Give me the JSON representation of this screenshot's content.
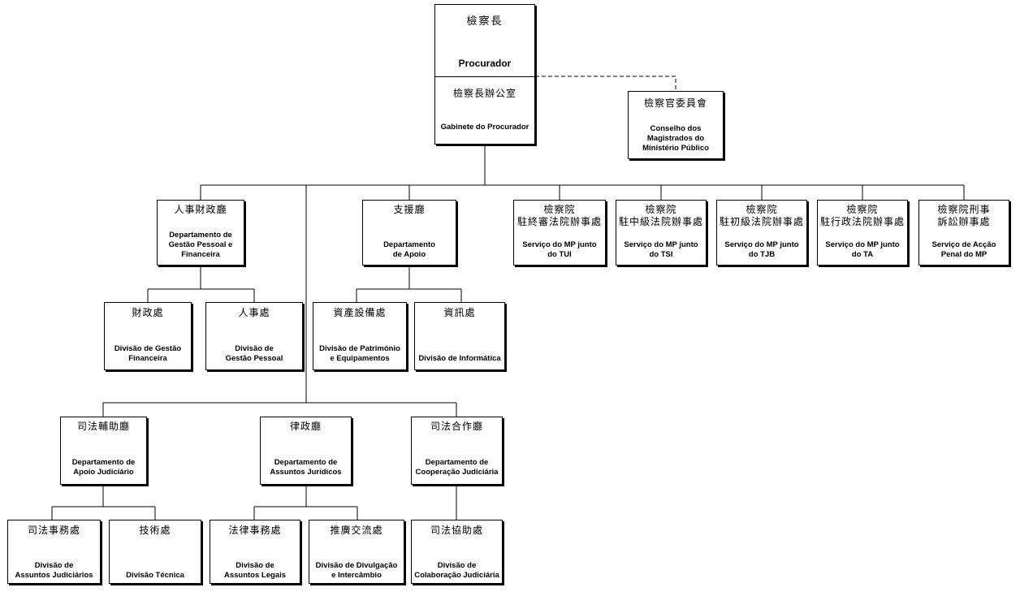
{
  "procurator": {
    "zh": "檢察長",
    "pt": "Procurador",
    "office_zh": "檢察長辦公室",
    "office_pt": "Gabinete do Procurador"
  },
  "council": {
    "zh": "檢察官委員會",
    "pt": "Conselho dos\nMagistrados do\nMinistério Público"
  },
  "dep_pessoal": {
    "zh": "人事財政廳",
    "pt": "Departamento de\nGestão Pessoal e\nFinanceira"
  },
  "dep_apoio": {
    "zh": "支援廳",
    "pt": "Departamento\nde Apoio"
  },
  "mp_tui": {
    "zh": "檢察院\n駐終審法院辦事處",
    "pt": "Serviço do MP junto\ndo TUI"
  },
  "mp_tsi": {
    "zh": "檢察院\n駐中級法院辦事處",
    "pt": "Serviço do MP junto\ndo TSI"
  },
  "mp_tjb": {
    "zh": "檢察院\n駐初級法院辦事處",
    "pt": "Serviço do MP junto\ndo TJB"
  },
  "mp_ta": {
    "zh": "檢察院\n駐行政法院辦事處",
    "pt": "Serviço do MP junto\ndo TA"
  },
  "mp_penal": {
    "zh": "檢察院刑事\n訴訟辦事處",
    "pt": "Serviço de Acção\nPenal do MP"
  },
  "div_financeira": {
    "zh": "財政處",
    "pt": "Divisão de Gestão\nFinanceira"
  },
  "div_pessoal": {
    "zh": "人事處",
    "pt": "Divisão de\nGestão Pessoal"
  },
  "div_patrimonio": {
    "zh": "資產設備處",
    "pt": "Divisão de Património\ne Equipamentos"
  },
  "div_informatica": {
    "zh": "資訊處",
    "pt": "Divisão de Informática"
  },
  "dep_judiciario": {
    "zh": "司法輔助廳",
    "pt": "Departamento de\nApoio Judiciário"
  },
  "dep_juridicos": {
    "zh": "律政廳",
    "pt": "Departamento de\nAssuntos Jurídicos"
  },
  "dep_cooperacao": {
    "zh": "司法合作廳",
    "pt": "Departamento de\nCooperação Judiciária"
  },
  "div_judiciarios": {
    "zh": "司法事務處",
    "pt": "Divisão de\nAssuntos Judiciários"
  },
  "div_tecnica": {
    "zh": "技術處",
    "pt": "Divisão Técnica"
  },
  "div_legais": {
    "zh": "法律事務處",
    "pt": "Divisão de\nAssuntos Legais"
  },
  "div_divulgacao": {
    "zh": "推廣交流處",
    "pt": "Divisão de Divulgação\ne Intercâmbio"
  },
  "div_colaboracao": {
    "zh": "司法協助處",
    "pt": "Divisão de\nColaboração Judiciária"
  }
}
